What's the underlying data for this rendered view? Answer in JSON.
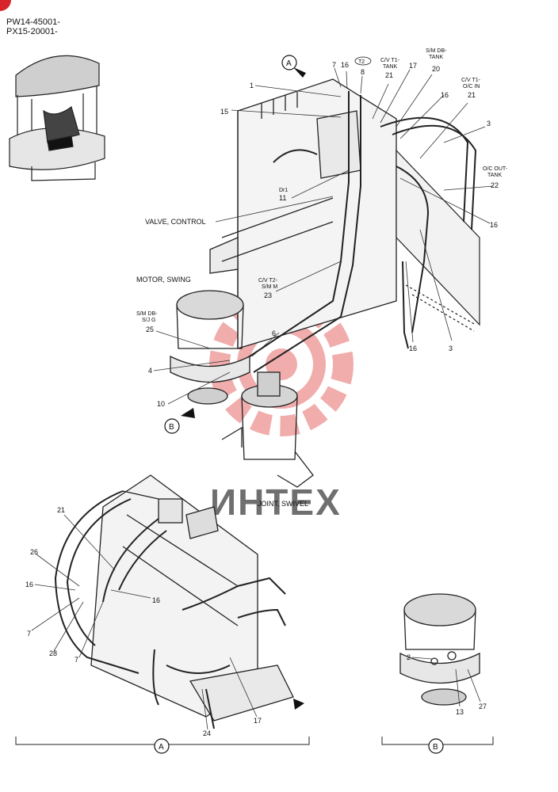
{
  "header": {
    "line1": "PW14-45001-",
    "line2": "PX15-20001-"
  },
  "watermark": {
    "text": "ИНТЕХ",
    "color": "#e8a0a0"
  },
  "views": {
    "a": "A",
    "b": "B"
  },
  "labels": {
    "valve_control": "VALVE, CONTROL",
    "motor_swing": "MOTOR, SWING",
    "joint_swivel": "JOINT, SWIVEL"
  },
  "callouts": {
    "dr1": "Dr1",
    "cv_t1_tank": [
      "C/V T1-",
      "TANK"
    ],
    "sm_db_tank": [
      "S/M DB-",
      "TANK"
    ],
    "cv_t1_oc_in": [
      "C/V T1-",
      "O/C IN"
    ],
    "oc_out_tank": [
      "O/C OUT-",
      "TANK"
    ],
    "cv_t2_sm": [
      "C/V T2-",
      "S/M M"
    ],
    "sm_db_sjg": [
      "S/M DB-",
      "S/J G"
    ],
    "t2": "T2"
  },
  "numbers": {
    "n1": "1",
    "n7a": "7",
    "n16a": "16",
    "n8": "8",
    "n17a": "17",
    "n21a": "21",
    "n20": "20",
    "n16b": "16",
    "n21b": "21",
    "n3a": "3",
    "n15": "15",
    "n11": "11",
    "n22": "22",
    "n16c": "16",
    "n23": "23",
    "n25": "25",
    "n6": "6",
    "n4": "4",
    "n10": "10",
    "n16d": "16",
    "n3b": "3",
    "n21c": "21",
    "n26": "26",
    "n16e": "16",
    "n16f": "16",
    "n7b": "7",
    "n28": "28",
    "n7c": "7",
    "n24": "24",
    "n17b": "17",
    "n2": "2",
    "n13": "13",
    "n27": "27"
  }
}
